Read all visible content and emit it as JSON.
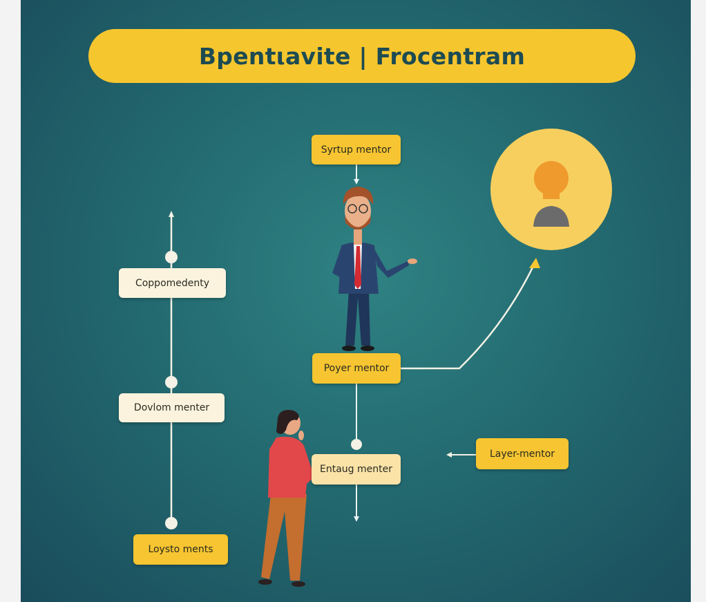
{
  "title": "Bpentιavite | Frocentram",
  "nodes": {
    "syrtup": "Syrtup mentor",
    "coppomedenty": "Coppomedenty",
    "dovlom": "Dovlom menter",
    "loysto": "Loysto ments",
    "poyer": "Poyer mentor",
    "entaug": "Entaug menter",
    "layer": "Layer-mentor"
  },
  "colors": {
    "accent": "#f6c531",
    "background": "#236a70",
    "cream": "#fbf3de"
  }
}
